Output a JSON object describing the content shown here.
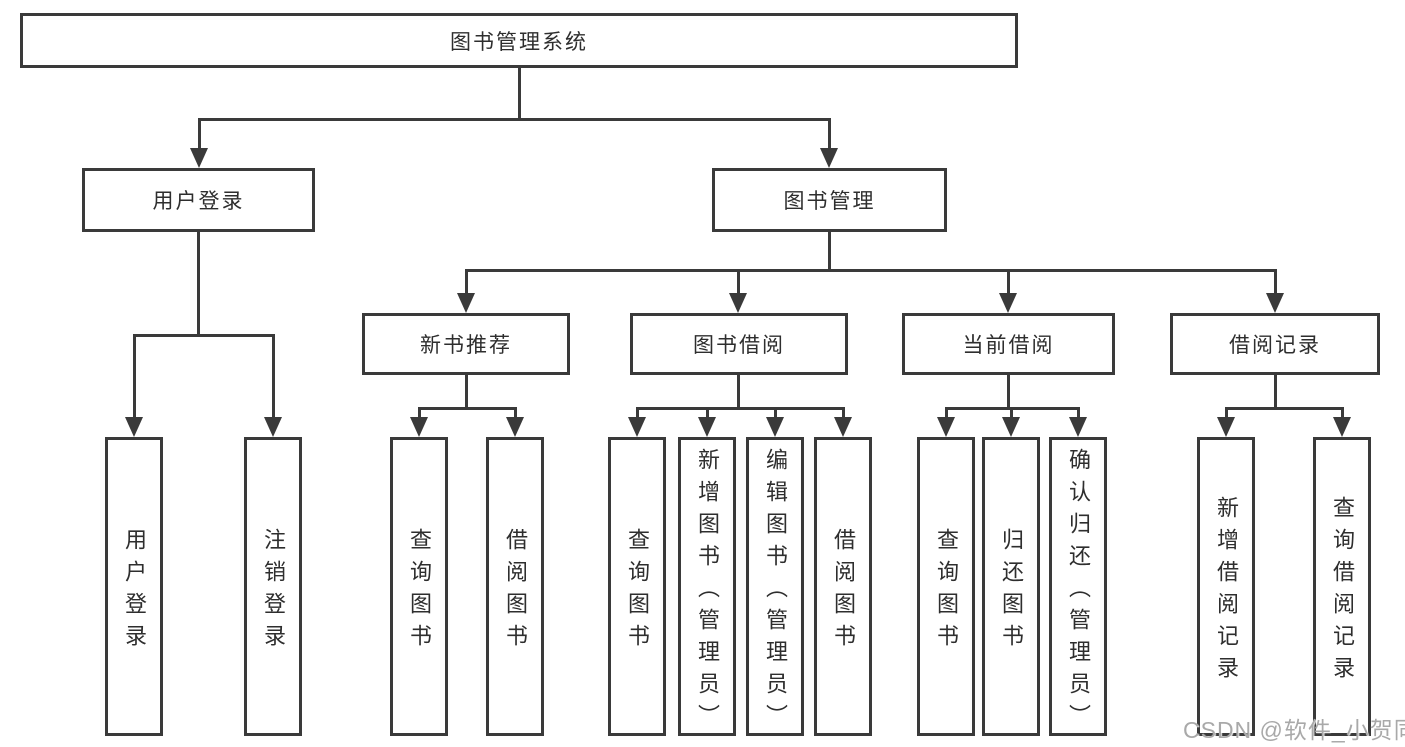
{
  "colors": {
    "background": "#ffffff",
    "line": "#3a3a3a",
    "box_border": "#3a3a3a",
    "text": "#2e2e2e",
    "watermark": "#a9a9a9"
  },
  "watermark": {
    "text": "CSDN @软件_小贺同学"
  },
  "tree": {
    "label": "图书管理系统",
    "children": [
      {
        "label": "用户登录",
        "children": [
          {
            "label": "用户登录"
          },
          {
            "label": "注销登录"
          }
        ]
      },
      {
        "label": "图书管理",
        "children": [
          {
            "label": "新书推荐",
            "children": [
              {
                "label": "查询图书"
              },
              {
                "label": "借阅图书"
              }
            ]
          },
          {
            "label": "图书借阅",
            "children": [
              {
                "label": "查询图书"
              },
              {
                "label": "新增图书（管理员）"
              },
              {
                "label": "编辑图书（管理员）"
              },
              {
                "label": "借阅图书"
              }
            ]
          },
          {
            "label": "当前借阅",
            "children": [
              {
                "label": "查询图书"
              },
              {
                "label": "归还图书"
              },
              {
                "label": "确认归还（管理员）"
              }
            ]
          },
          {
            "label": "借阅记录",
            "children": [
              {
                "label": "新增借阅记录"
              },
              {
                "label": "查询借阅记录"
              }
            ]
          }
        ]
      }
    ]
  }
}
